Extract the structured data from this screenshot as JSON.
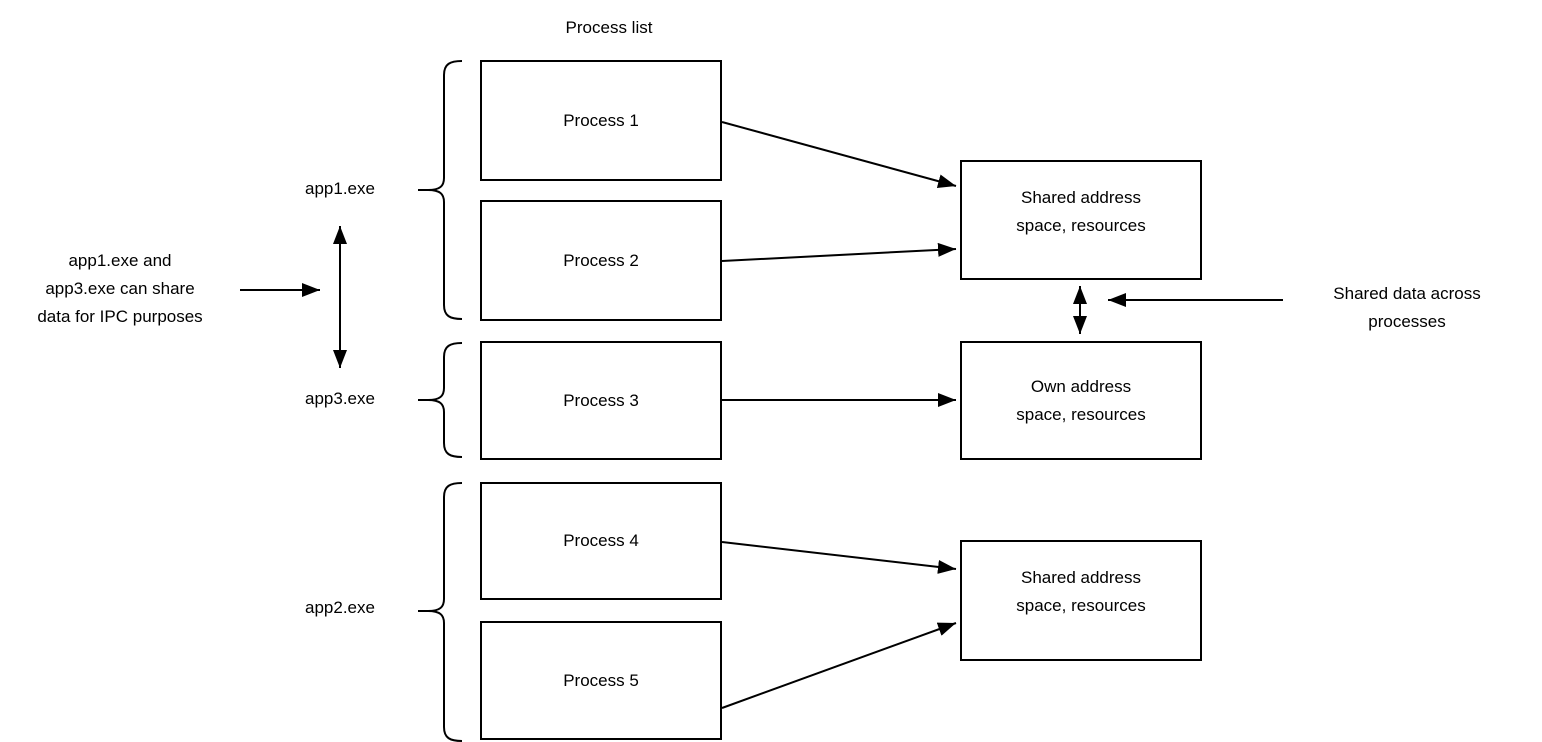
{
  "diagram": {
    "title": "Process list",
    "processes": [
      {
        "label": "Process 1"
      },
      {
        "label": "Process 2"
      },
      {
        "label": "Process 3"
      },
      {
        "label": "Process 4"
      },
      {
        "label": "Process 5"
      }
    ],
    "groups": [
      {
        "label": "app1.exe"
      },
      {
        "label": "app3.exe"
      },
      {
        "label": "app2.exe"
      }
    ],
    "resources": [
      {
        "lines": [
          "Shared address",
          "space, resources"
        ]
      },
      {
        "lines": [
          "Own address",
          "space, resources"
        ]
      },
      {
        "lines": [
          "Shared address",
          "space, resources"
        ]
      }
    ],
    "notes": {
      "ipc": {
        "lines": [
          "app1.exe and",
          "app3.exe can share",
          "data for IPC purposes"
        ]
      },
      "shared_data": {
        "lines": [
          "Shared data across",
          "processes"
        ]
      }
    },
    "colors": {
      "stroke": "#000000",
      "fill": "#ffffff"
    }
  }
}
